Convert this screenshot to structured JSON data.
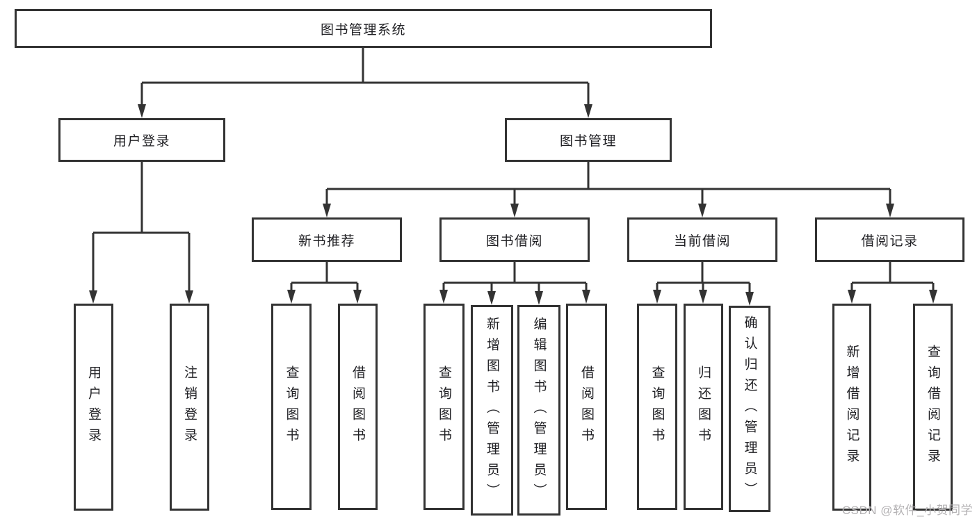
{
  "tree": {
    "label": "图书管理系统",
    "children": [
      {
        "label": "用户登录",
        "children": [
          {
            "label": "用户登录"
          },
          {
            "label": "注销登录"
          }
        ]
      },
      {
        "label": "图书管理",
        "children": [
          {
            "label": "新书推荐",
            "children": [
              {
                "label": "查询图书"
              },
              {
                "label": "借阅图书"
              }
            ]
          },
          {
            "label": "图书借阅",
            "children": [
              {
                "label": "查询图书"
              },
              {
                "label": "新增图书（管理员）"
              },
              {
                "label": "编辑图书（管理员）"
              },
              {
                "label": "借阅图书"
              }
            ]
          },
          {
            "label": "当前借阅",
            "children": [
              {
                "label": "查询图书"
              },
              {
                "label": "归还图书"
              },
              {
                "label": "确认归还（管理员）"
              }
            ]
          },
          {
            "label": "借阅记录",
            "children": [
              {
                "label": "新增借阅记录"
              },
              {
                "label": "查询借阅记录"
              }
            ]
          }
        ]
      }
    ]
  },
  "watermark": "CSDN @软件_小贺同学",
  "colors": {
    "line": "#333333",
    "box_border": "#333333",
    "text": "#202024",
    "watermark": "#b3b1b3",
    "background": "#ffffff"
  }
}
